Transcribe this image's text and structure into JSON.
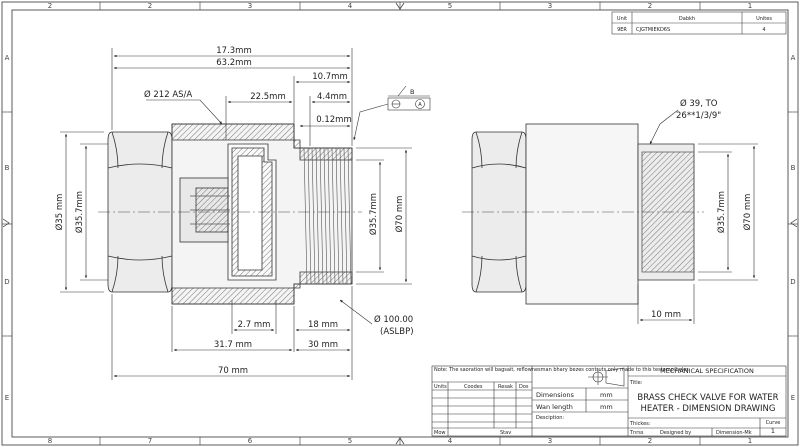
{
  "colors": {
    "line": "#333333",
    "metal_fill": "#ececec",
    "hatch": "#777777",
    "background": "#ffffff"
  },
  "zones": {
    "top": [
      "2",
      "3",
      "4",
      "5",
      "3",
      "2",
      "1"
    ],
    "bottom": [
      "8",
      "7",
      "6",
      "5",
      "4",
      "3",
      "2",
      "1"
    ],
    "left": [
      "A",
      "B",
      "C",
      "D",
      "E"
    ],
    "right": [
      "A",
      "B",
      "C",
      "D",
      "E"
    ]
  },
  "revision_table": {
    "headers": [
      "Unit",
      "Dabkh",
      "Unites"
    ],
    "row": [
      "9ER",
      "CJGTMIEKD6S",
      "4"
    ]
  },
  "dimensions": {
    "d_17_3": "17.3mm",
    "d_63_2": "63.2mm",
    "d_10_7": "10.7mm",
    "d_22_5": "22.5mm",
    "d_4_4": "4.4mm",
    "d_0_12": "0.12mm",
    "thread_callout": "Ø 212 AS/A",
    "gdt_datum": "B",
    "gdt_ref": "A",
    "d_35_left": "Ø35 mm",
    "d_35_7_left": "Ø35.7mm",
    "d_35_7_mid": "Ø35.7mm",
    "d_70_mid": "Ø70 mm",
    "d_2_7": "2.7 mm",
    "d_18": "18 mm",
    "d_31_7": "31.7 mm",
    "d_30": "30 mm",
    "d_70_len": "70 mm",
    "bottom_callout_1": "Ø 100.00",
    "bottom_callout_2": "(ASLBP)",
    "right_callout_1": "Ø 39, TO",
    "right_callout_2": "26**1/3/9\"",
    "d_35_7_right": "Ø35.7mm",
    "d_70_right": "Ø70 mm",
    "d_10_right": "10 mm"
  },
  "title_block": {
    "note": "Note: The saoration will bagsait, reflownesman bhary bezes contruts only made to this testomp/heles",
    "mini_headers": [
      "Units",
      "Coodes",
      "Resak",
      "Dos"
    ],
    "label_dimensions": "Dimensions",
    "label_wan_length": "Wan length",
    "unit_mm_1": "mm",
    "unit_mm_2": "mm",
    "label_desciption": "Desciption:",
    "mech_spec": "MECHANICAL SPECIFICATION",
    "title_label": "Title:",
    "title_line_1": "BRASS CHECK VALVE FOR WATER",
    "title_line_2": "HEATER - DIMENSION DRAWING",
    "thickes_label": "Thickes:",
    "sheet_label": "Curve",
    "sheet_value": "1",
    "footer_mid": "Designed by",
    "footer_right": "Dimension-Mk",
    "footer_left_1": "Mow",
    "footer_left_2": "Stav",
    "footer_left_3": "Tnrss"
  }
}
